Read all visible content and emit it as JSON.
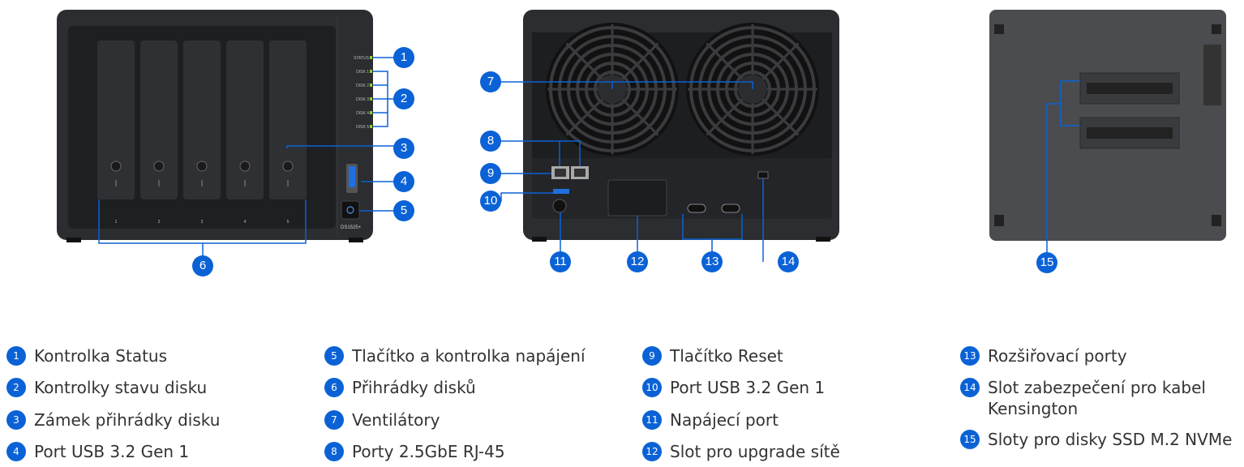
{
  "front": {
    "led_labels": [
      "STATUS",
      "DISK 1",
      "DISK 2",
      "DISK 3",
      "DISK 4",
      "DISK 5"
    ],
    "bay_numbers": [
      "1",
      "2",
      "3",
      "4",
      "5"
    ],
    "model": "DS1525+"
  },
  "callouts": [
    "1",
    "2",
    "3",
    "4",
    "5",
    "6",
    "7",
    "8",
    "9",
    "10",
    "11",
    "12",
    "13",
    "14",
    "15"
  ],
  "legend": [
    {
      "num": "1",
      "text": "Kontrolka Status"
    },
    {
      "num": "2",
      "text": "Kontrolky stavu disku"
    },
    {
      "num": "3",
      "text": "Zámek přihrádky disku"
    },
    {
      "num": "4",
      "text": "Port USB 3.2 Gen 1"
    },
    {
      "num": "5",
      "text": "Tlačítko a kontrolka napájení"
    },
    {
      "num": "6",
      "text": "Přihrádky disků"
    },
    {
      "num": "7",
      "text": "Ventilátory"
    },
    {
      "num": "8",
      "text": "Porty 2.5GbE RJ-45"
    },
    {
      "num": "9",
      "text": "Tlačítko Reset"
    },
    {
      "num": "10",
      "text": "Port USB 3.2 Gen 1"
    },
    {
      "num": "11",
      "text": "Napájecí port"
    },
    {
      "num": "12",
      "text": "Slot pro upgrade sítě"
    },
    {
      "num": "13",
      "text": "Rozšiřovací porty"
    },
    {
      "num": "14",
      "text": "Slot zabezpečení pro kabel Kensington"
    },
    {
      "num": "15",
      "text": "Sloty pro disky SSD M.2 NVMe"
    }
  ],
  "colors": {
    "accent": "#0b62d6",
    "device": "#2b2d30",
    "text": "#333333"
  }
}
